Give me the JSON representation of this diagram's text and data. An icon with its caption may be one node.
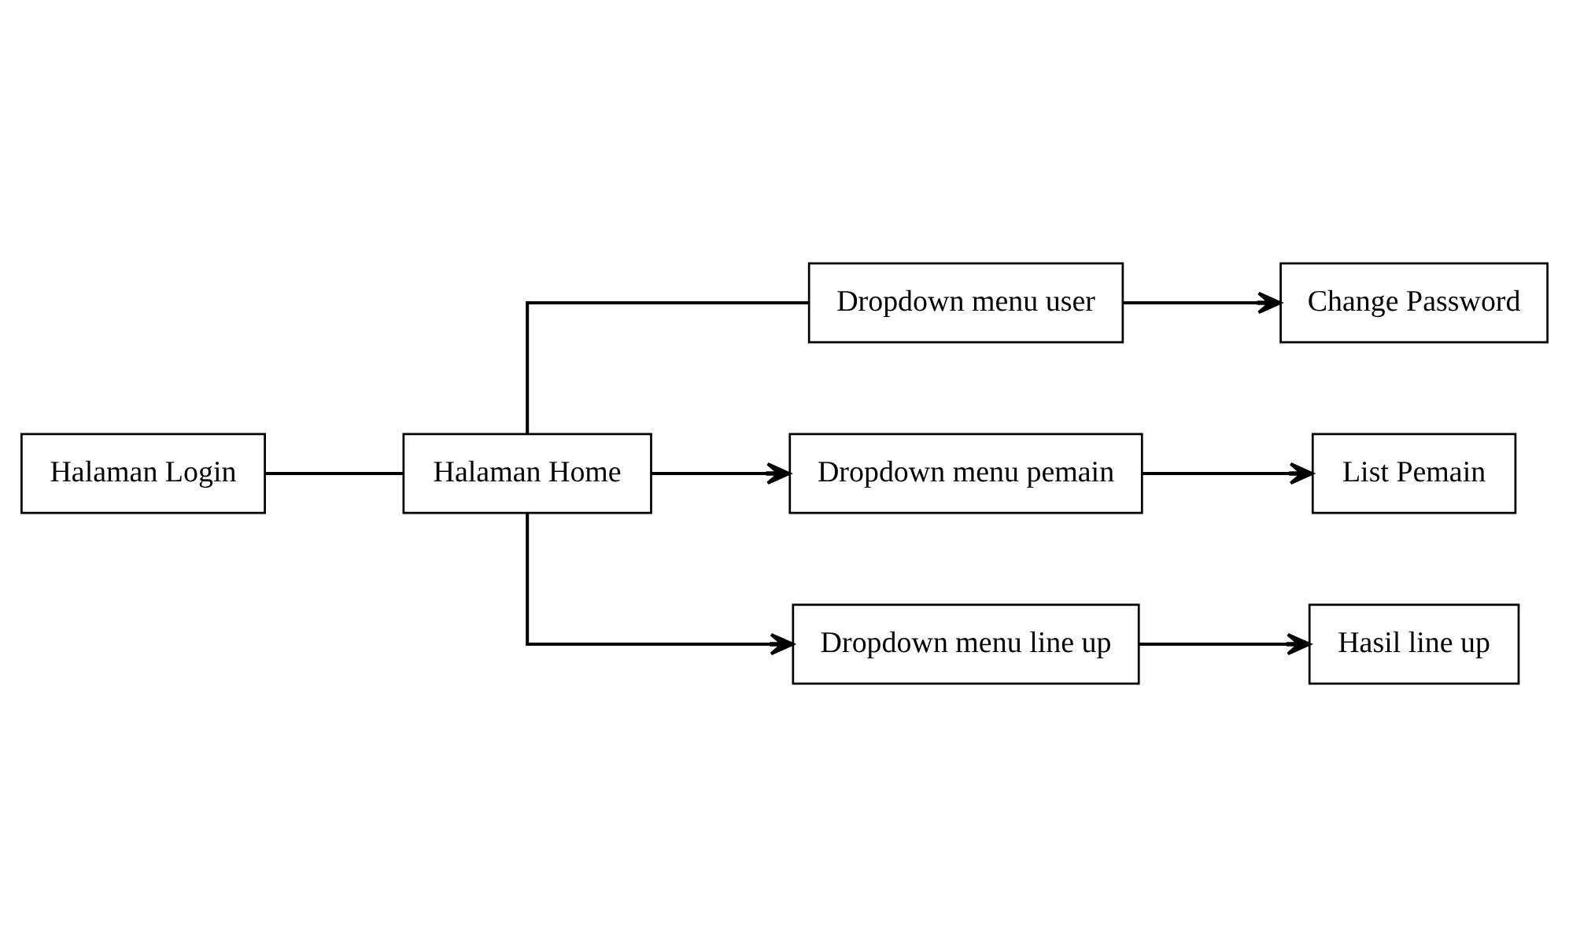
{
  "diagram": {
    "nodes": [
      {
        "text": [
          "Halaman Login"
        ]
      },
      {
        "text": [
          "Halaman Home"
        ]
      },
      {
        "text": [
          "Dropdown menu user"
        ]
      },
      {
        "text": [
          "Change Password"
        ]
      },
      {
        "text": [
          "Dropdown menu pemain"
        ]
      },
      {
        "text": [
          "List Pemain"
        ]
      },
      {
        "text": [
          "Dropdown menu line up"
        ]
      },
      {
        "text": [
          "Hasil line up"
        ]
      }
    ],
    "edges": [
      {
        "from": 0,
        "to": 1,
        "arrow": "none"
      },
      {
        "from": 1,
        "to": 2,
        "arrow": "none"
      },
      {
        "from": 2,
        "to": 3,
        "arrow": "to"
      },
      {
        "from": 1,
        "to": 4,
        "arrow": "to"
      },
      {
        "from": 4,
        "to": 5,
        "arrow": "to"
      },
      {
        "from": 1,
        "to": 6,
        "arrow": "to"
      },
      {
        "from": 6,
        "to": 7,
        "arrow": "to"
      }
    ]
  }
}
